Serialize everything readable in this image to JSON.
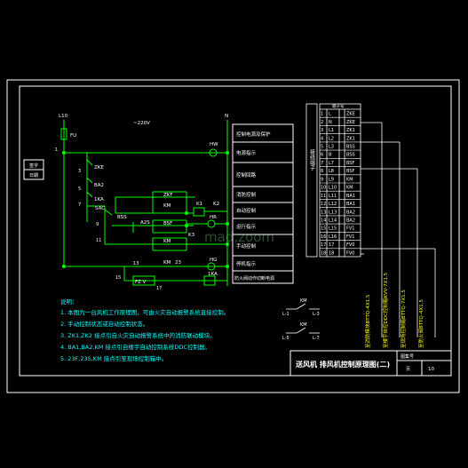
{
  "colors": {
    "background": "#000000",
    "frame": "#ffffff",
    "wire": "#00ff00",
    "text": "#ffffff",
    "note_text": "#00ffff",
    "terminal_label": "#ffff00",
    "cable_label": "#ffff00"
  },
  "watermark": "mad.zoom",
  "left_stamp": [
    "签字",
    "日期"
  ],
  "circuit": {
    "l_label": "L10",
    "n_label": "N",
    "voltage": "~220V",
    "fuse": "FU",
    "rows": [
      "1",
      "3",
      "5",
      "7",
      "9",
      "11",
      "13",
      "15",
      "17"
    ],
    "components": {
      "zke": "ZKE",
      "ba2": "BA2",
      "ika": "1KA",
      "sac": "SAC",
      "bss": "BSS",
      "a2s": "A2S",
      "zkf": "ZKF",
      "bsf": "BSF",
      "km_a": "KM",
      "km_b": "KM",
      "km_c": "KM",
      "k1": "K1",
      "k2": "K2",
      "k3": "K3",
      "fz_v": "FZ V",
      "lka": "1KA",
      "hw": "HW",
      "hr": "HR",
      "hg": "HG",
      "n13": "23"
    }
  },
  "func_table": [
    "控制电源及保护",
    "电源指示",
    "控制回路",
    "消防控制",
    "自动控制",
    "运行指示",
    "手动控制",
    "停机指示",
    "防火阀动作切断电源"
  ],
  "terminal": {
    "header": "端子号",
    "side_label": "接线端子",
    "rows": [
      [
        "1",
        "L",
        "ZKE"
      ],
      [
        "2",
        "N",
        "ZKE"
      ],
      [
        "3",
        "L1",
        "ZK1"
      ],
      [
        "4",
        "L2",
        "ZK1"
      ],
      [
        "5",
        "L3",
        "BSS"
      ],
      [
        "6",
        "B",
        "BSS"
      ],
      [
        "7",
        "L7",
        "BSF"
      ],
      [
        "8",
        "L8",
        "BSF"
      ],
      [
        "9",
        "L9",
        "KM"
      ],
      [
        "10",
        "L10",
        "KM"
      ],
      [
        "11",
        "L11",
        "BA1"
      ],
      [
        "12",
        "L12",
        "BA1"
      ],
      [
        "13",
        "L13",
        "BA2"
      ],
      [
        "14",
        "L14",
        "BA2"
      ],
      [
        "15",
        "L15",
        "FV1"
      ],
      [
        "16",
        "L16",
        "FV1"
      ],
      [
        "17",
        "17",
        "FV0"
      ],
      [
        "18",
        "18",
        "FV0"
      ]
    ]
  },
  "cables": [
    "至消防模块BTTQ-4X1.5",
    "至楼宇自控DDC控制箱KVV-7X1.5",
    "至现场控制箱BTTQ-7X1.5",
    "至防火阀BTTQ-4X1.5"
  ],
  "notes": {
    "title": "说明：",
    "items": [
      "1. 本图为一台风机工作原理图，可由火灾自动报警系统直接控制。",
      "2. 手动控制状态或自动控制状态。",
      "3. ZK1,ZK2 接点引自火灾自动报警系统中的消防联动模块。",
      "4. BA1,BA2,KM 接点引自楼宇自动控制系统DDC控制器。",
      "5. 23F,23S,KM 接点引至现场控制箱中。"
    ]
  },
  "mini_schematic": {
    "km_top": "KM",
    "km_bot": "KM",
    "l1": "L-1",
    "l3": "L-3",
    "l5": "L-5",
    "l7": "L-7"
  },
  "title_block": {
    "title": "送风机 排风机控制原理图(二)",
    "sheet_label": "图集号",
    "page_label": "页",
    "page_no": "10"
  }
}
